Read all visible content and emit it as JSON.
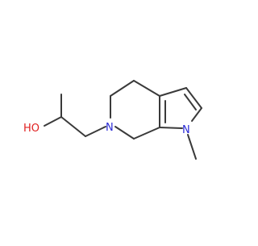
{
  "molecule": {
    "atom_labels": {
      "hydroxyl_oxygen": "HO",
      "ring_nitrogen": "N",
      "pyrrole_nitrogen": "N"
    },
    "colors": {
      "bond": "#3a3a3a",
      "nitrogen": "#2a2ad6",
      "oxygen": "#e02020",
      "background": "#ffffff"
    }
  }
}
